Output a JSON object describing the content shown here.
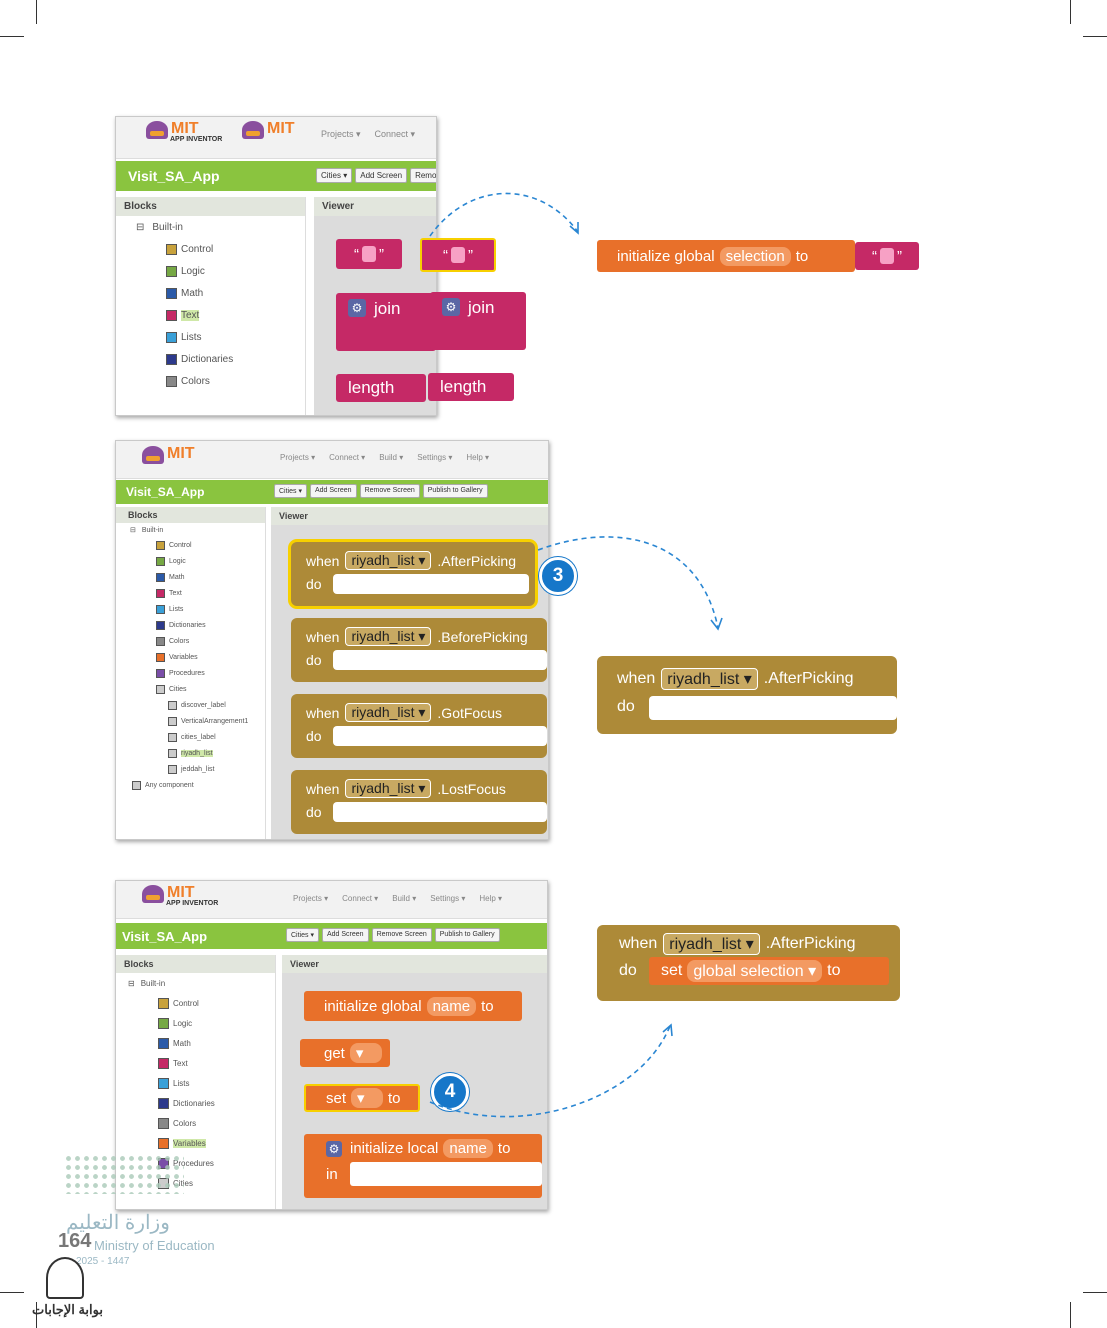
{
  "panel1": {
    "logo_text": "MIT",
    "logo_sub": "APP INVENTOR",
    "menu": [
      "Projects ▾",
      "Connect ▾"
    ],
    "app_title": "Visit_SA_App",
    "buttons": [
      "Cities ▾",
      "Add Screen",
      "Remove Screen"
    ],
    "blocks_header": "Blocks",
    "viewer_header": "Viewer",
    "tree_root": "Built-in",
    "tree": [
      {
        "label": "Control",
        "color": "#c8a23c"
      },
      {
        "label": "Logic",
        "color": "#76a844"
      },
      {
        "label": "Math",
        "color": "#2b5aa8"
      },
      {
        "label": "Text",
        "color": "#c52966"
      },
      {
        "label": "Lists",
        "color": "#3aa0d8"
      },
      {
        "label": "Dictionaries",
        "color": "#2d3a8c"
      },
      {
        "label": "Colors",
        "color": "#888888"
      }
    ],
    "block_join": "join",
    "block_length": "length"
  },
  "callout1": {
    "prefix": "initialize global",
    "name": "selection",
    "to": "to"
  },
  "panel2": {
    "logo_text": "MIT",
    "menu": [
      "Projects ▾",
      "Connect ▾",
      "Build ▾",
      "Settings ▾",
      "Help ▾"
    ],
    "app_title": "Visit_SA_App",
    "buttons": [
      "Cities ▾",
      "Add Screen",
      "Remove Screen",
      "Publish to Gallery"
    ],
    "blocks_header": "Blocks",
    "viewer_header": "Viewer",
    "tree_root": "Built-in",
    "tree": [
      "Control",
      "Logic",
      "Math",
      "Text",
      "Lists",
      "Dictionaries",
      "Colors",
      "Variables",
      "Procedures",
      "Cities",
      "discover_label",
      "VerticalArrangement1",
      "cities_label",
      "riyadh_list",
      "jeddah_list",
      "Any component"
    ],
    "events": [
      {
        "when": "when",
        "component": "riyadh_list",
        "event": ".AfterPicking",
        "do": "do"
      },
      {
        "when": "when",
        "component": "riyadh_list",
        "event": ".BeforePicking",
        "do": "do"
      },
      {
        "when": "when",
        "component": "riyadh_list",
        "event": ".GotFocus",
        "do": "do"
      },
      {
        "when": "when",
        "component": "riyadh_list",
        "event": ".LostFocus",
        "do": "do"
      }
    ],
    "badge": "3"
  },
  "callout2": {
    "when": "when",
    "component": "riyadh_list",
    "event": ".AfterPicking",
    "do": "do"
  },
  "panel3": {
    "logo_text": "MIT",
    "logo_sub": "APP INVENTOR",
    "menu": [
      "Projects ▾",
      "Connect ▾",
      "Build ▾",
      "Settings ▾",
      "Help ▾"
    ],
    "app_title": "Visit_SA_App",
    "buttons": [
      "Cities ▾",
      "Add Screen",
      "Remove Screen",
      "Publish to Gallery"
    ],
    "blocks_header": "Blocks",
    "viewer_header": "Viewer",
    "tree_root": "Built-in",
    "tree": [
      {
        "label": "Control",
        "color": "#c8a23c"
      },
      {
        "label": "Logic",
        "color": "#76a844"
      },
      {
        "label": "Math",
        "color": "#2b5aa8"
      },
      {
        "label": "Text",
        "color": "#c52966"
      },
      {
        "label": "Lists",
        "color": "#3aa0d8"
      },
      {
        "label": "Dictionaries",
        "color": "#2d3a8c"
      },
      {
        "label": "Colors",
        "color": "#888888"
      },
      {
        "label": "Variables",
        "color": "#e8702a"
      },
      {
        "label": "Procedures",
        "color": "#7a4ea8"
      },
      {
        "label": "Cities",
        "color": "#cccccc"
      }
    ],
    "init_global": "initialize global",
    "init_name": "name",
    "to": "to",
    "get": "get",
    "set": "set",
    "init_local": "initialize local",
    "in": "in",
    "badge": "4"
  },
  "callout3": {
    "when": "when",
    "component": "riyadh_list",
    "event": ".AfterPicking",
    "do": "do",
    "set": "set",
    "var": "global selection",
    "to": "to"
  },
  "footer": {
    "page_number": "164",
    "ministry_ar": "وزارة التعليم",
    "ministry_en": "Ministry of Education",
    "year": "2025 - 1447",
    "site": "بوابة الإجابات"
  }
}
